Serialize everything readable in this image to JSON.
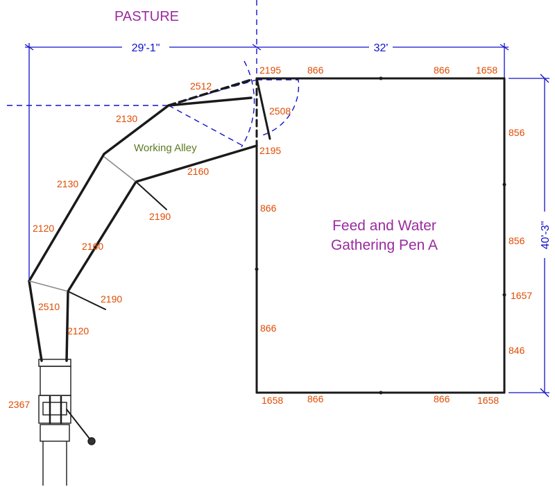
{
  "labels": {
    "pasture": "PASTURE",
    "working_alley": "Working Alley",
    "pen_line1": "Feed and Water",
    "pen_line2": "Gathering Pen A"
  },
  "dimensions": {
    "left_width": "29'-1\"",
    "right_width": "32'",
    "pen_height": "40'-3\""
  },
  "parts": {
    "p_2195_top": "2195",
    "p_866_top1": "866",
    "p_866_top2": "866",
    "p_1658_top": "1658",
    "p_2512": "2512",
    "p_2508": "2508",
    "p_2195_mid": "2195",
    "p_2130_a": "2130",
    "p_2130_b": "2130",
    "p_2160_a": "2160",
    "p_2160_b": "2160",
    "p_2190_a": "2190",
    "p_2190_b": "2190",
    "p_2120_a": "2120",
    "p_2120_b": "2120",
    "p_2510": "2510",
    "p_2367": "2367",
    "p_866_left1": "866",
    "p_866_left2": "866",
    "p_856_r1": "856",
    "p_856_r2": "856",
    "p_1657": "1657",
    "p_846": "846",
    "p_1658_bl": "1658",
    "p_866_bot1": "866",
    "p_866_bot2": "866",
    "p_1658_br": "1658"
  },
  "colors": {
    "part_label": "#e04a00",
    "dimension": "#1010cc",
    "title": "#9a2aa0",
    "alley_label": "#5a7a20",
    "fence": "#1a1a1a"
  }
}
